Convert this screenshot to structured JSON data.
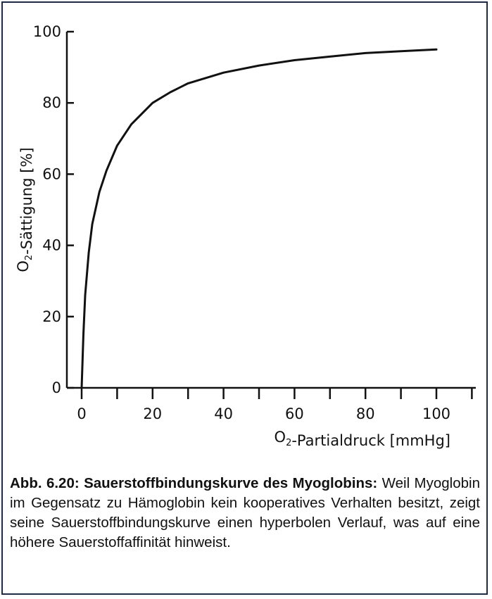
{
  "chart_data": {
    "type": "line",
    "xlabel": "O₂-Partialdruck [mmHg]",
    "ylabel": "O₂-Sättigung [%]",
    "xlim": [
      0,
      110
    ],
    "ylim": [
      0,
      100
    ],
    "x_ticks": [
      0,
      20,
      40,
      60,
      80,
      100
    ],
    "y_ticks": [
      0,
      20,
      40,
      60,
      80,
      100
    ],
    "grid": false,
    "series": [
      {
        "x": [
          0,
          0.5,
          1,
          2,
          3,
          5,
          7,
          10,
          14,
          20,
          25,
          30,
          40,
          50,
          60,
          70,
          80,
          90,
          100
        ],
        "y": [
          0,
          15,
          26,
          38,
          46,
          55,
          61,
          68,
          74,
          80,
          83,
          85.5,
          88.5,
          90.5,
          92,
          93,
          94,
          94.5,
          95
        ]
      }
    ]
  },
  "caption": {
    "title": "Abb. 6.20: Sauerstoffbindungskurve des Myoglobins:",
    "text": "Weil Myoglobin im Gegensatz zu Hämoglobin kein kooperatives Verhalten besitzt, zeigt seine Sauerstoffbindungskurve einen hyperbolen Verlauf, was auf eine höhere Sauerstoffaffinität hinweist."
  }
}
